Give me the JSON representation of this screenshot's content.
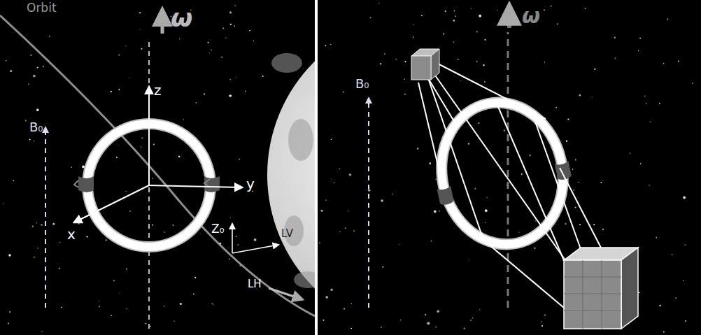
{
  "diagram": {
    "labels": [
      "Orbit",
      "ω",
      "z",
      "y",
      "x",
      "B₀",
      "Z₀",
      "LV",
      "LH",
      "ω",
      "B₀"
    ]
  }
}
